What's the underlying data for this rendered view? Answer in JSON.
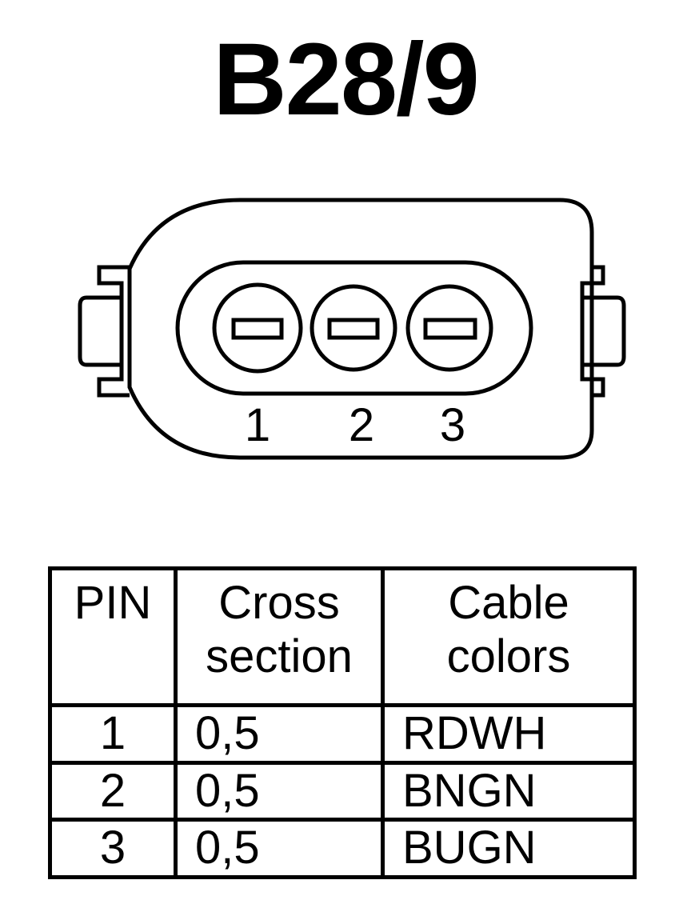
{
  "title": "B28/9",
  "connector": {
    "pin_numbers": [
      "1",
      "2",
      "3"
    ]
  },
  "table": {
    "headers": {
      "pin": "PIN",
      "cross_section": [
        "Cross",
        "section"
      ],
      "cable_colors": [
        "Cable",
        "colors"
      ]
    },
    "rows": [
      {
        "pin": "1",
        "cross_section": "0,5",
        "color": "RDWH"
      },
      {
        "pin": "2",
        "cross_section": "0,5",
        "color": "BNGN"
      },
      {
        "pin": "3",
        "cross_section": "0,5",
        "color": "BUGN"
      }
    ]
  }
}
